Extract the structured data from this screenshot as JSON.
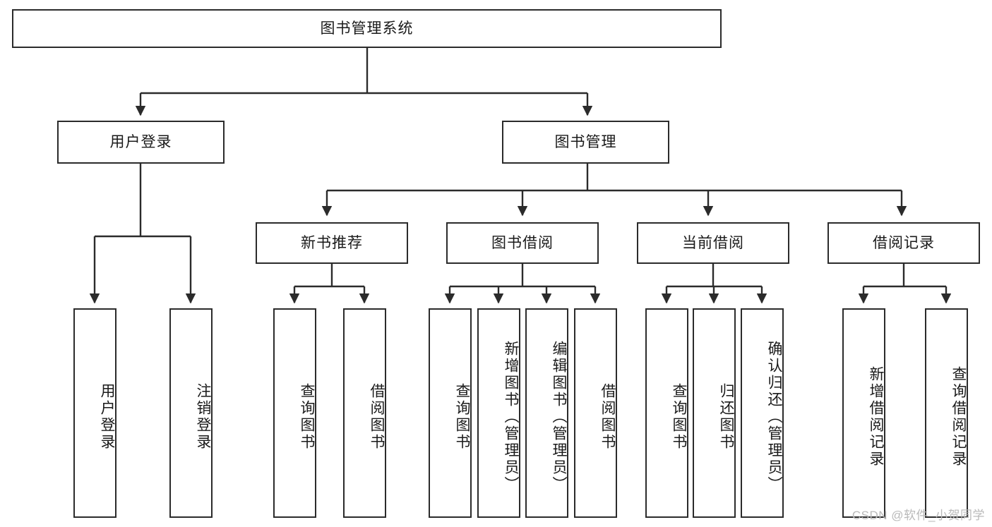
{
  "diagram": {
    "title_node": "图书管理系统",
    "level2": {
      "user_login": "用户登录",
      "book_manage": "图书管理"
    },
    "level3": {
      "new_book_rec": "新书推荐",
      "book_borrow": "图书借阅",
      "current_borrow": "当前借阅",
      "borrow_record": "借阅记录"
    },
    "leaves": {
      "user_login_1": "用户登录",
      "user_login_2": "注销登录",
      "new_book_rec_1": "查询图书",
      "new_book_rec_2": "借阅图书",
      "book_borrow_1": "查询图书",
      "book_borrow_2": "新增图书（管理员）",
      "book_borrow_3": "编辑图书（管理员）",
      "book_borrow_4": "借阅图书",
      "current_borrow_1": "查询图书",
      "current_borrow_2": "归还图书",
      "current_borrow_3": "确认归还（管理员）",
      "borrow_record_1": "新增借阅记录",
      "borrow_record_2": "查询借阅记录"
    }
  },
  "watermark": {
    "text": "CSDN @软件_小贺同学"
  },
  "colors": {
    "stroke": "#2b2b2b",
    "background": "#ffffff",
    "text": "#1a1a1a",
    "watermark": "#b9b9b9"
  }
}
